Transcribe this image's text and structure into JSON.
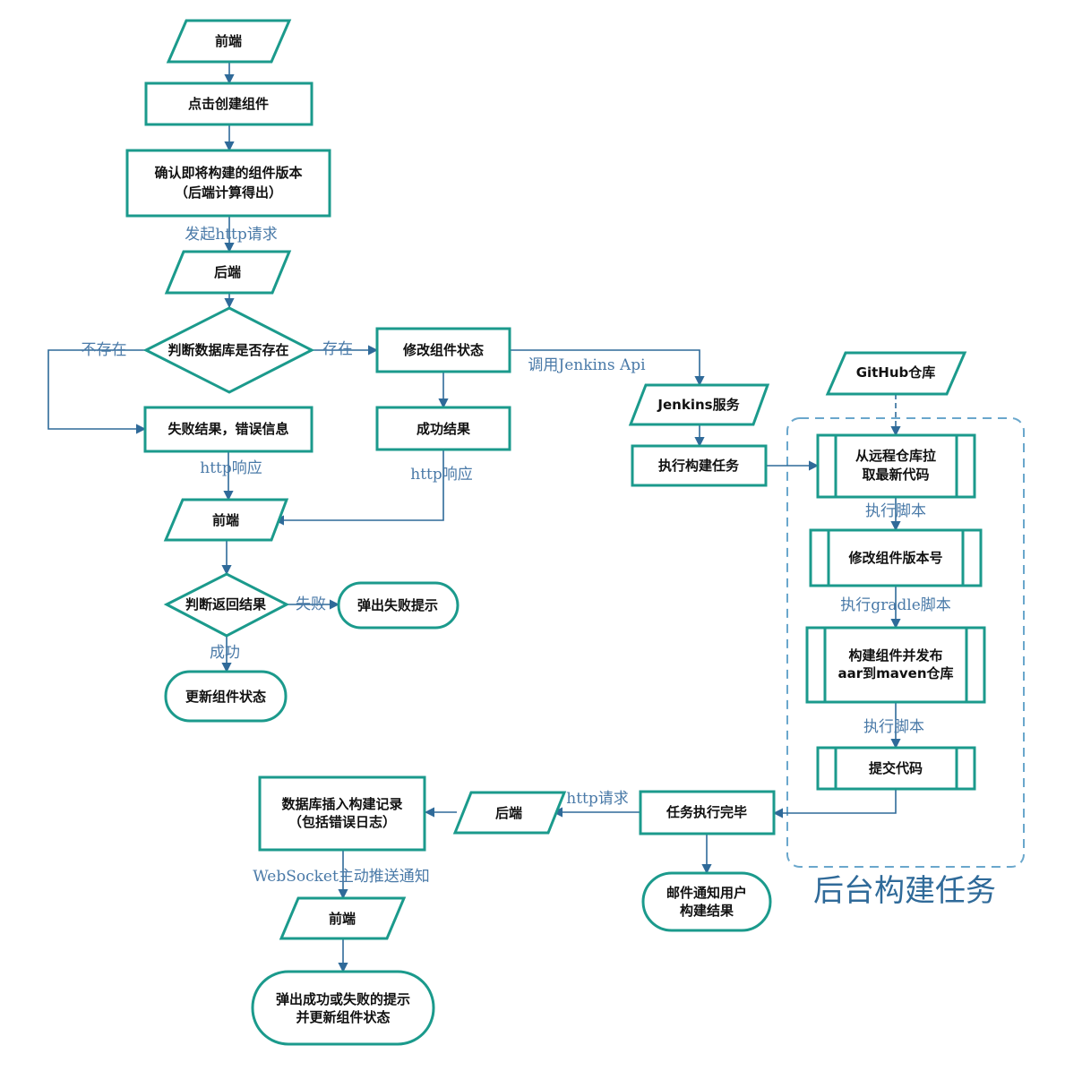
{
  "colors": {
    "node_stroke": "#1b9a8c",
    "edge": "#2f6a99",
    "edge_label": "#4a7aa8",
    "group_border": "#6aa7cc"
  },
  "nodes": {
    "frontend_1": "前端",
    "click_create": "点击创建组件",
    "confirm_version_1": "确认即将构建的组件版本",
    "confirm_version_2": "（后端计算得出）",
    "backend_1": "后端",
    "check_db": "判断数据库是否存在",
    "modify_status": "修改组件状态",
    "fail_result": "失败结果，错误信息",
    "success_result": "成功结果",
    "frontend_2": "前端",
    "check_result": "判断返回结果",
    "popup_fail": "弹出失败提示",
    "update_status": "更新组件状态",
    "jenkins_service": "Jenkins服务",
    "exec_build": "执行构建任务",
    "github_repo": "GitHub仓库",
    "pull_code_1": "从远程仓库拉",
    "pull_code_2": "取最新代码",
    "modify_version": "修改组件版本号",
    "build_publish_1": "构建组件并发布",
    "build_publish_2": "aar到maven仓库",
    "commit_code": "提交代码",
    "task_done": "任务执行完毕",
    "email_1": "邮件通知用户",
    "email_2": "构建结果",
    "backend_2": "后端",
    "db_insert_1": "数据库插入构建记录",
    "db_insert_2": "（包括错误日志）",
    "frontend_3": "前端",
    "popup_final_1": "弹出成功或失败的提示",
    "popup_final_2": "并更新组件状态"
  },
  "edges": {
    "send_http": "发起http请求",
    "not_exist": "不存在",
    "exist": "存在",
    "call_jenkins": "调用Jenkins Api",
    "http_resp_1": "http响应",
    "http_resp_2": "http响应",
    "fail": "失败",
    "success": "成功",
    "exec_script_1": "执行脚本",
    "exec_gradle": "执行gradle脚本",
    "exec_script_2": "执行脚本",
    "http_req": "http请求",
    "websocket": "WebSocket主动推送通知"
  },
  "group": {
    "label": "后台构建任务"
  }
}
